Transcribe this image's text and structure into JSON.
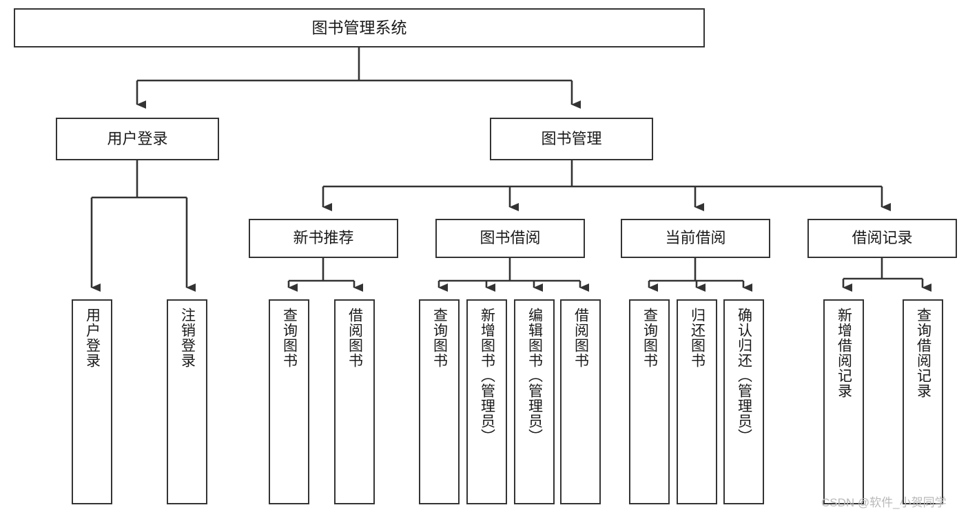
{
  "diagram": {
    "title": "图书管理系统",
    "type": "tree-hierarchy",
    "orientation": "top-down",
    "root": {
      "label": "图书管理系统"
    },
    "level1": [
      {
        "label": "用户登录"
      },
      {
        "label": "图书管理"
      }
    ],
    "level2": [
      {
        "label": "新书推荐"
      },
      {
        "label": "图书借阅"
      },
      {
        "label": "当前借阅"
      },
      {
        "label": "借阅记录"
      }
    ],
    "leaves": {
      "user_login": [
        {
          "label": "用户登录"
        },
        {
          "label": "注销登录"
        }
      ],
      "new_book_recommend": [
        {
          "label": "查询图书"
        },
        {
          "label": "借阅图书"
        }
      ],
      "book_borrow": [
        {
          "label": "查询图书"
        },
        {
          "label": "新增图书（管理员）"
        },
        {
          "label": "编辑图书（管理员）"
        },
        {
          "label": "借阅图书"
        }
      ],
      "current_borrow": [
        {
          "label": "查询图书"
        },
        {
          "label": "归还图书"
        },
        {
          "label": "确认归还（管理员）"
        }
      ],
      "borrow_record": [
        {
          "label": "新增借阅记录"
        },
        {
          "label": "查询借阅记录"
        }
      ]
    }
  },
  "watermark": {
    "text": "CSDN @软件_小贺同学"
  },
  "colors": {
    "stroke": "#333333",
    "fill": "#ffffff",
    "text": "#1a1a1a",
    "watermark": "#b9b9b9"
  }
}
